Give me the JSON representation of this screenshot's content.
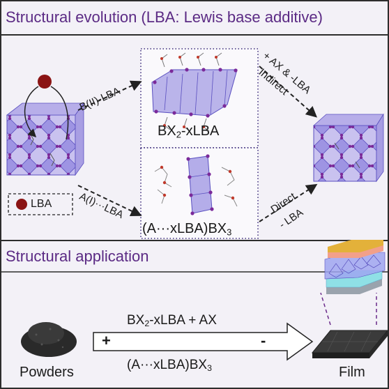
{
  "top_title": "Structural evolution (LBA: Lewis base additive)",
  "bottom_title": "Structural application",
  "legend_label": "LBA",
  "top_box_formula": {
    "pre": "BX",
    "sub": "2",
    "post": "-xLBA"
  },
  "bottom_box_formula": {
    "pre": "(A···xLBA)BX",
    "sub": "3"
  },
  "arrow_upper_left": "B(II)-LBA",
  "arrow_lower_left": "A(I)···LBA",
  "arrow_upper_right_1": "+ AX & -LBA",
  "arrow_upper_right_2": "Indirect",
  "arrow_lower_right_1": "Direct",
  "arrow_lower_right_2": "- LBA",
  "process_top": {
    "pre": "BX",
    "sub": "2",
    "post": "-xLBA + AX"
  },
  "process_bottom": {
    "pre": "(A···xLBA)BX",
    "sub": "3"
  },
  "plus_sign": "+",
  "minus_sign": "-",
  "powders_label": "Powders",
  "film_label": "Film",
  "colors": {
    "section_bg": "#f0edf5",
    "frame": "#2d2d2d",
    "title": "#5b2a84",
    "octahedron": "#7a6fd8",
    "halide": "#7b2a9a",
    "lba_ball": "#8b1414",
    "box_dots": "#3a2a7a",
    "arrow_dashes": "#222222"
  }
}
